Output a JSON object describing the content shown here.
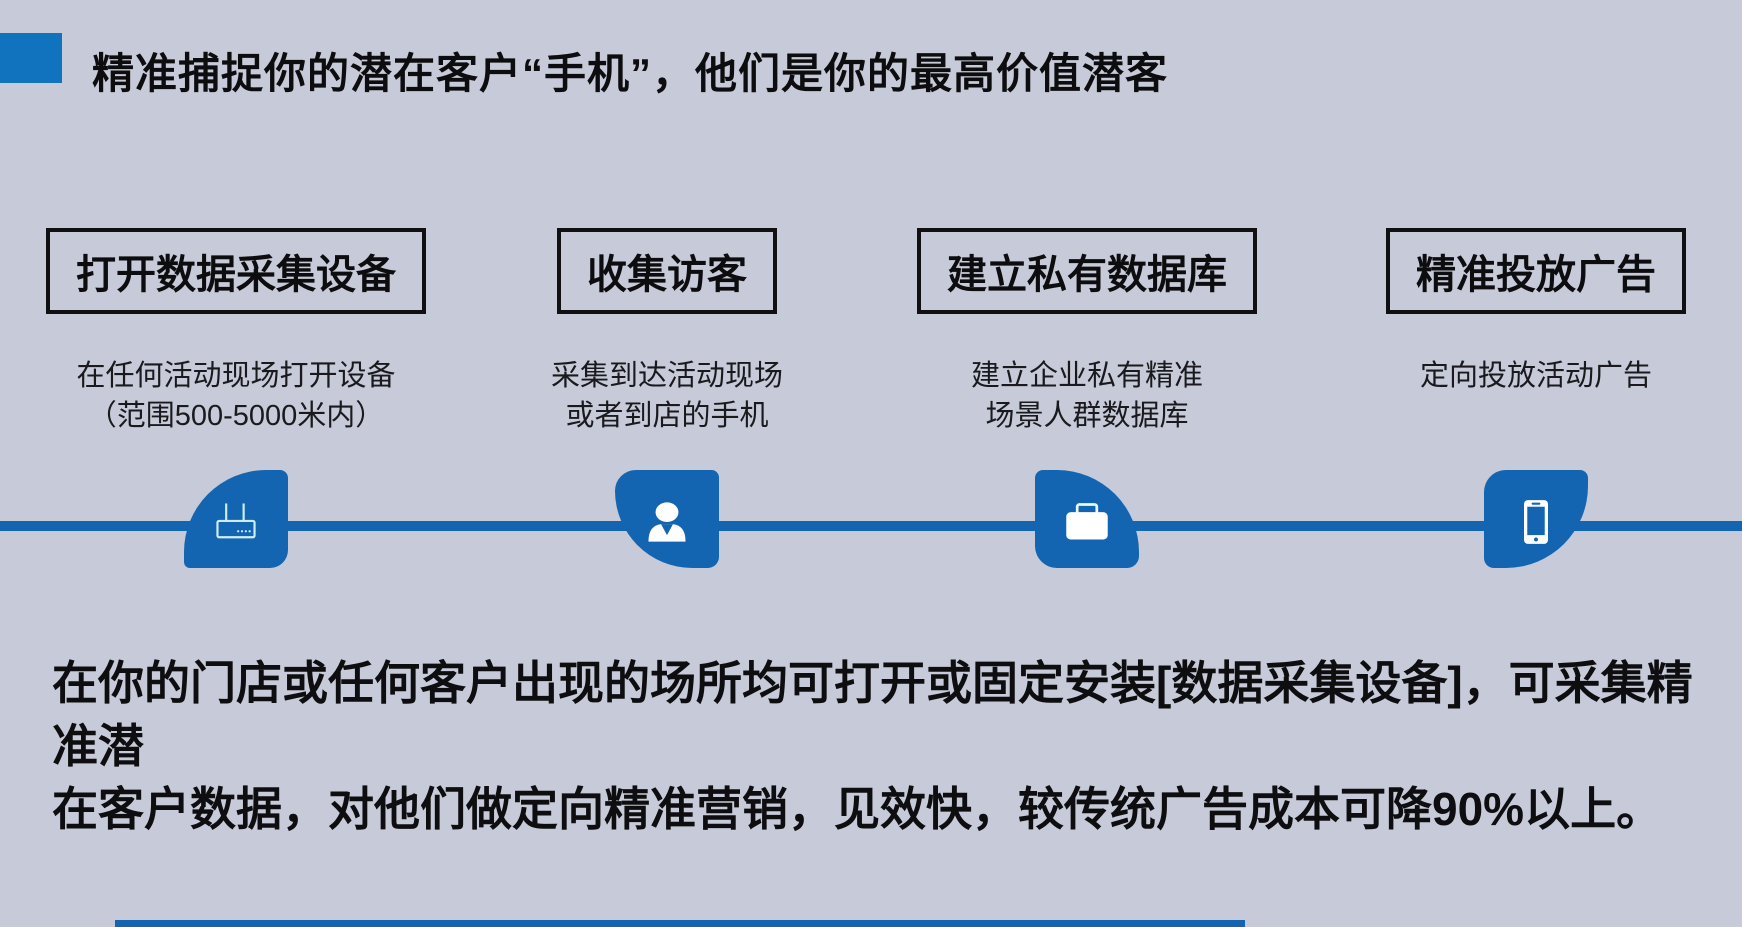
{
  "slide": {
    "title": "精准捕捉你的潜在客户“手机”，他们是你的最高价值潜客",
    "paragraph_line1": "在你的门店或任何客户出现的场所均可打开或固定安装[数据采集设备]，可采集精准潜",
    "paragraph_line2": "在客户数据，对他们做定向精准营销，见效快，较传统广告成本可降90%以上。"
  },
  "steps": [
    {
      "box_label": "打开数据采集设备",
      "desc_line1": "在任何活动现场打开设备",
      "desc_line2": "（范围500-5000米内）",
      "icon": "router-icon"
    },
    {
      "box_label": "收集访客",
      "desc_line1": "采集到达活动现场",
      "desc_line2": "或者到店的手机",
      "icon": "visitor-icon"
    },
    {
      "box_label": "建立私有数据库",
      "desc_line1": "建立企业私有精准",
      "desc_line2": "场景人群数据库",
      "icon": "briefcase-icon"
    },
    {
      "box_label": "精准投放广告",
      "desc_line1": "定向投放活动广告",
      "desc_line2": "",
      "icon": "phone-icon"
    }
  ],
  "colors": {
    "background": "#c7cad8",
    "accent_square_blue": "#1173be",
    "timeline_blue": "#1365b2",
    "box_border": "#101013",
    "text": "#0e0e10",
    "icon_stroke": "#cdeef2",
    "icon_fill": "#ffffff"
  }
}
